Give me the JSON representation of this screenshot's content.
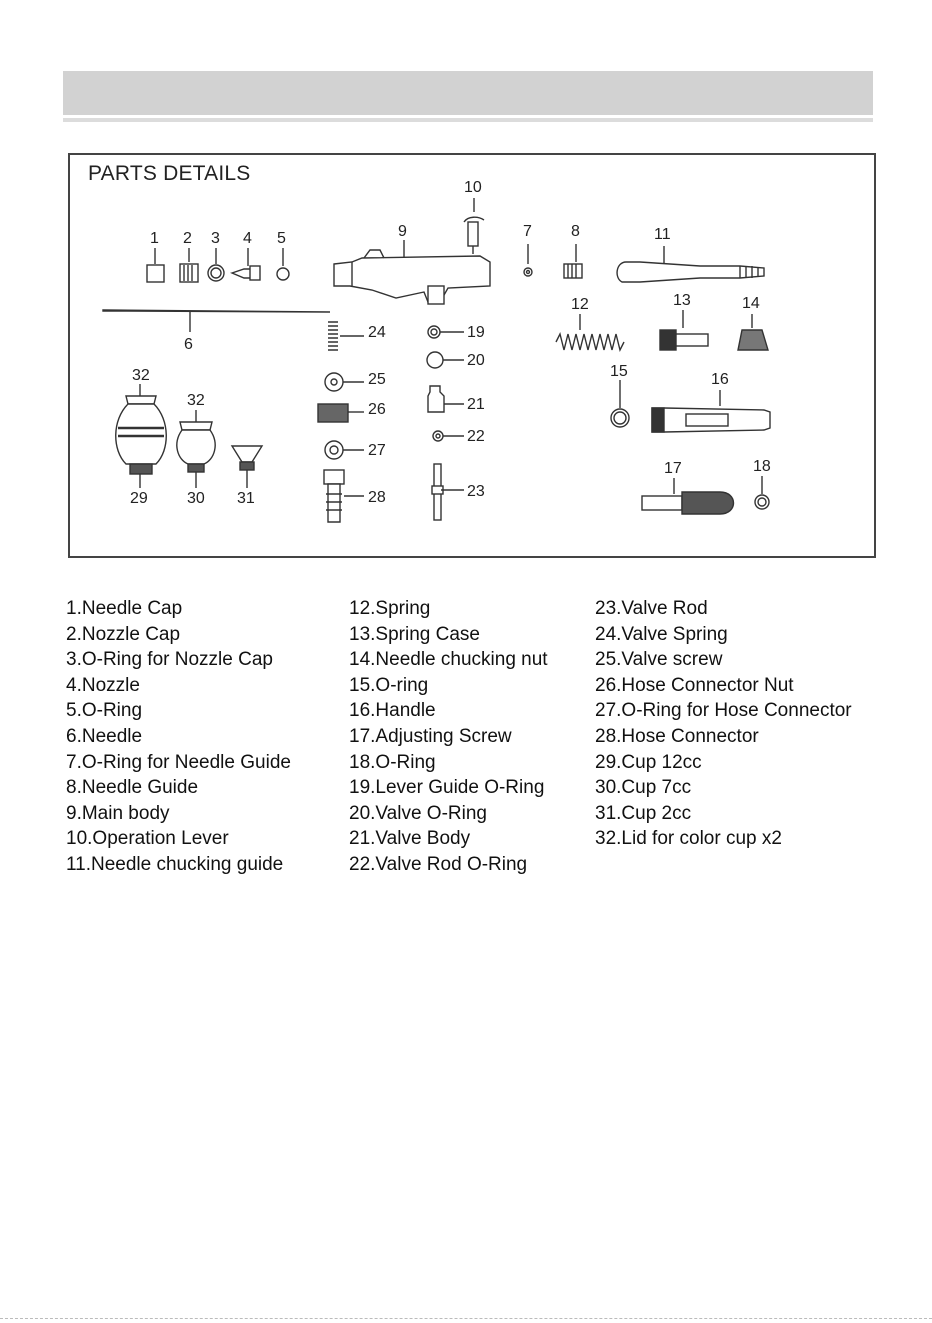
{
  "diagram": {
    "title": "PARTS DETAILS",
    "callouts": [
      "1",
      "2",
      "3",
      "4",
      "5",
      "6",
      "7",
      "8",
      "9",
      "10",
      "11",
      "12",
      "13",
      "14",
      "15",
      "16",
      "17",
      "18",
      "19",
      "20",
      "21",
      "22",
      "23",
      "24",
      "25",
      "26",
      "27",
      "28",
      "29",
      "30",
      "31",
      "32",
      "32"
    ]
  },
  "parts_list": {
    "column_1": [
      "1.Needle Cap",
      "2.Nozzle Cap",
      "3.O-Ring for Nozzle Cap",
      "4.Nozzle",
      "5.O-Ring",
      "6.Needle",
      "7.O-Ring for Needle Guide",
      "8.Needle Guide",
      "9.Main body",
      "10.Operation Lever",
      "11.Needle chucking guide"
    ],
    "column_2": [
      "12.Spring",
      "13.Spring Case",
      "14.Needle chucking nut",
      "15.O-ring",
      "16.Handle",
      "17.Adjusting Screw",
      "18.O-Ring",
      "19.Lever Guide O-Ring",
      "20.Valve O-Ring",
      "21.Valve Body",
      "22.Valve Rod O-Ring"
    ],
    "column_3": [
      "23.Valve Rod",
      "24.Valve Spring",
      "25.Valve screw",
      "26.Hose Connector Nut",
      "27.O-Ring for Hose Connector",
      "28.Hose Connector",
      "29.Cup 12cc",
      "30.Cup 7cc",
      "31.Cup 2cc",
      "32.Lid for color cup x2"
    ]
  }
}
